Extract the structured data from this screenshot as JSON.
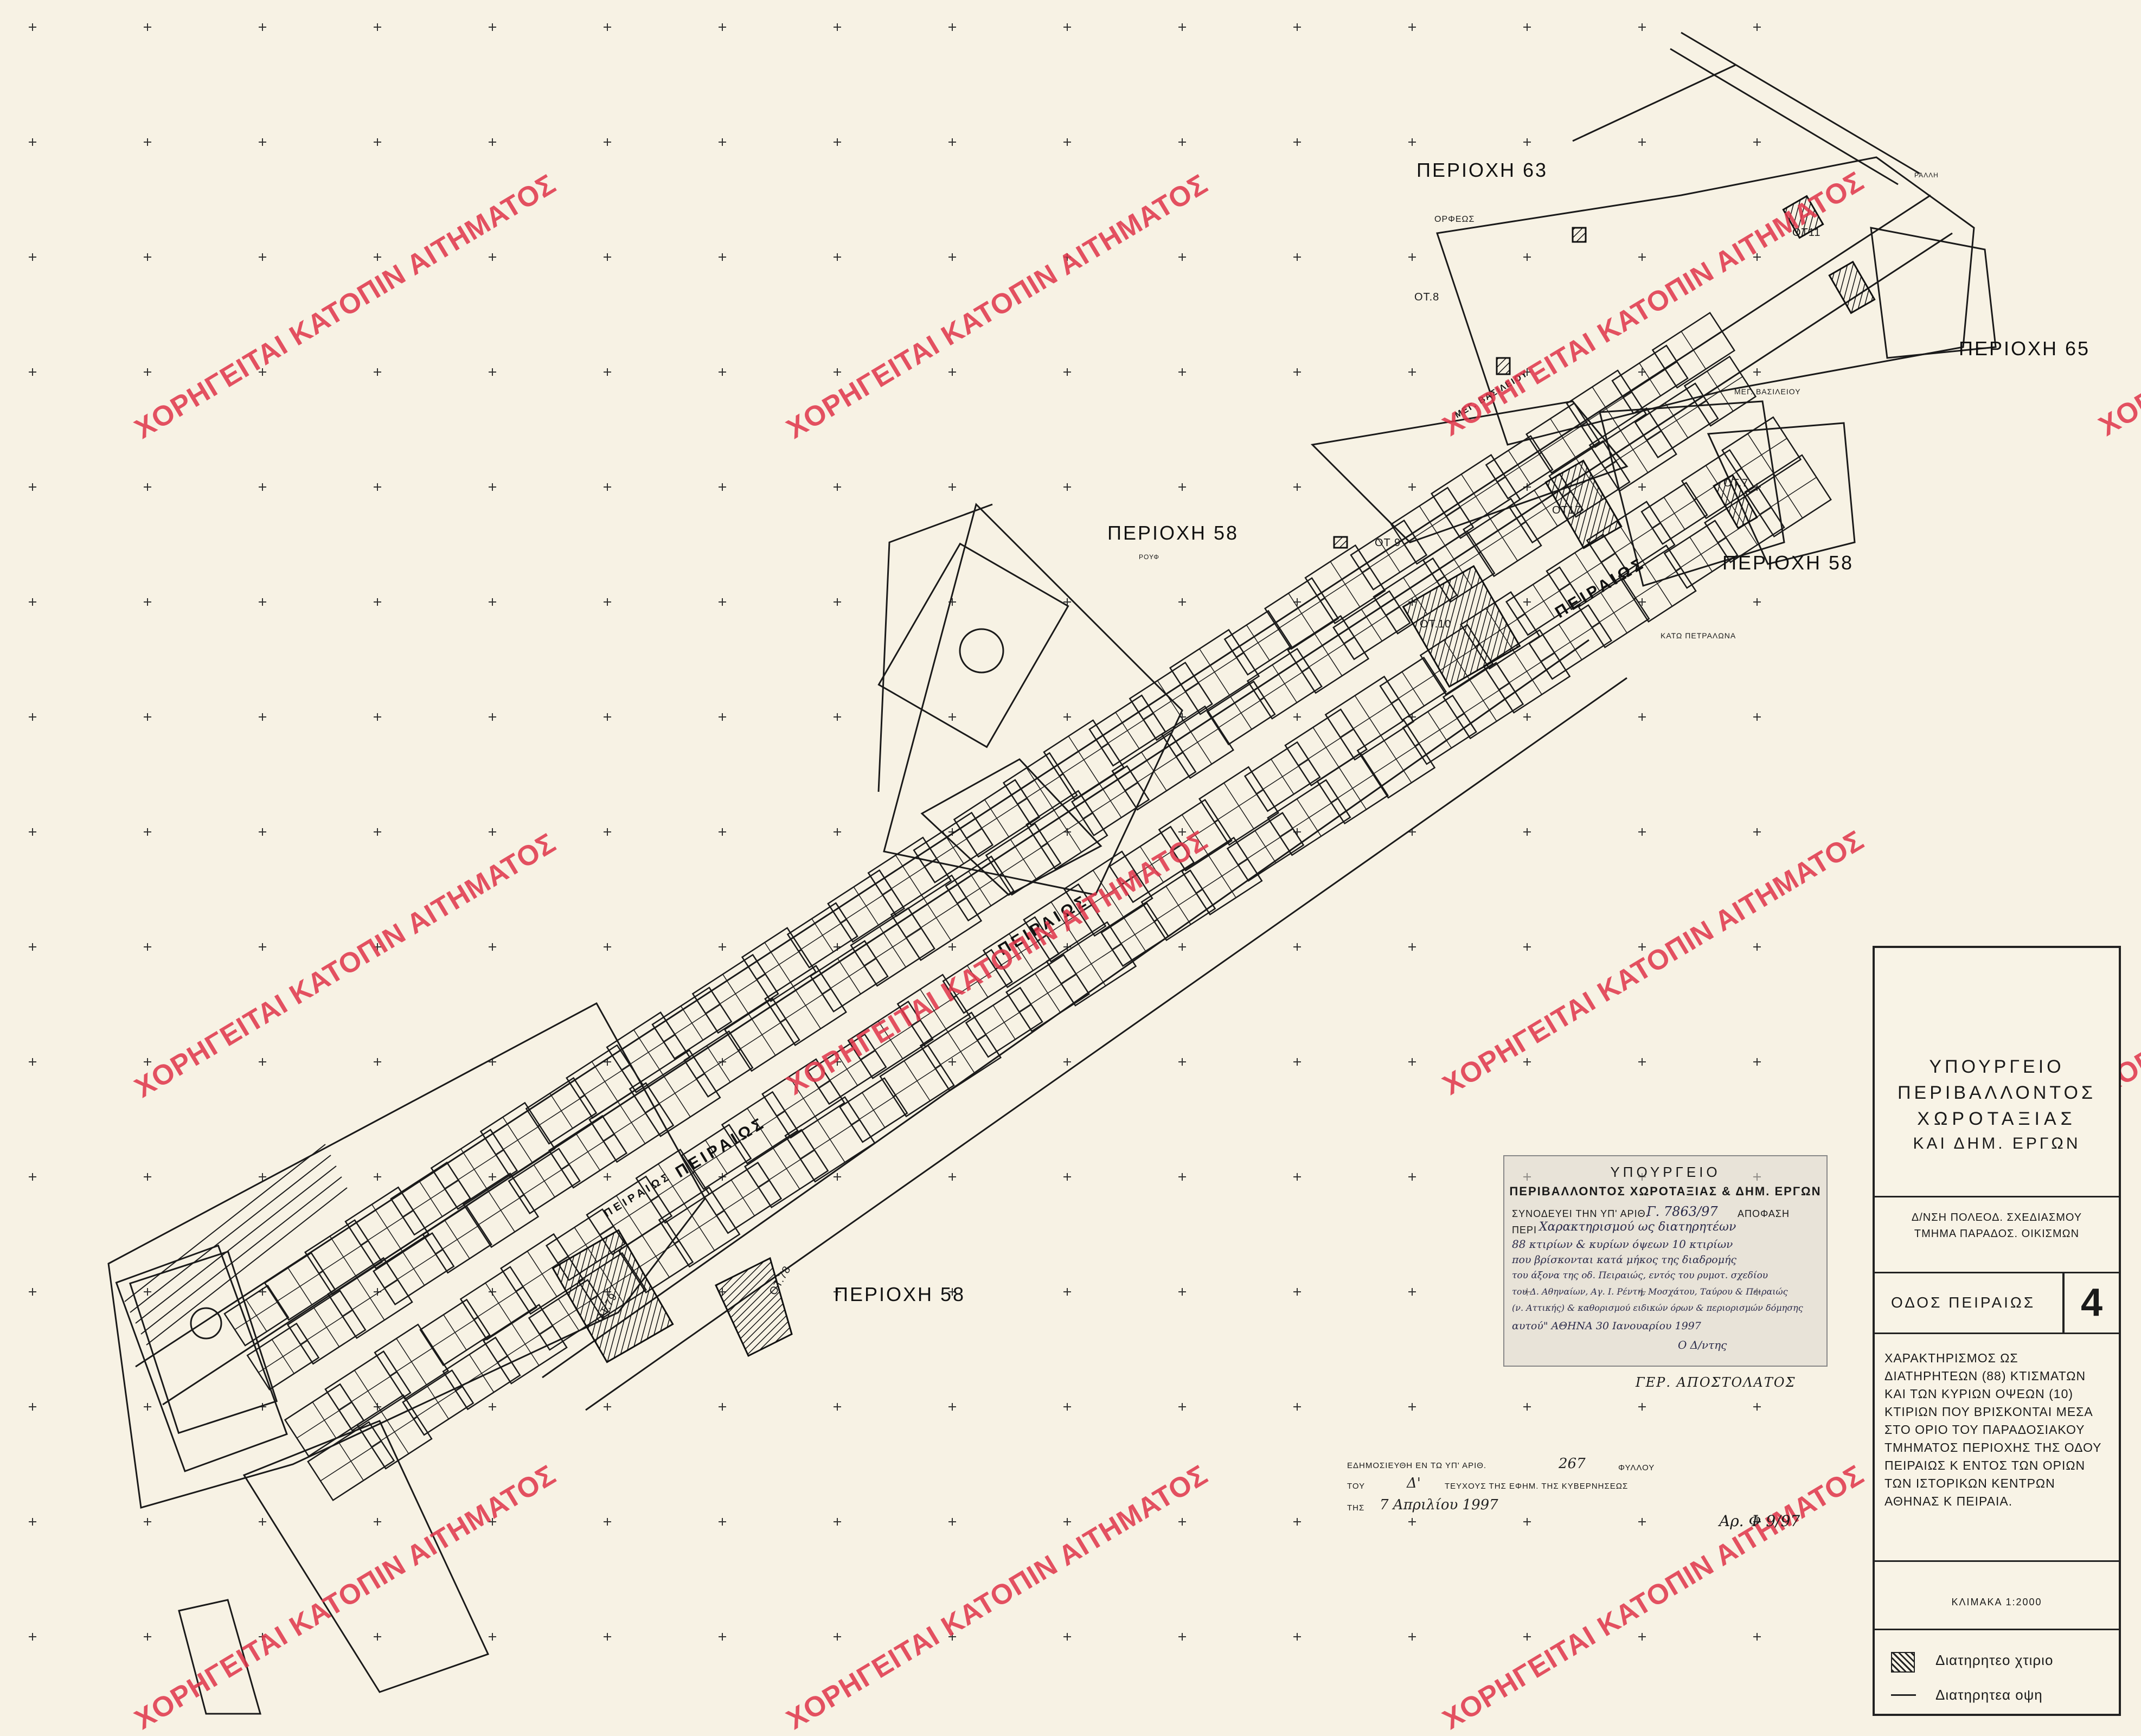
{
  "areas": {
    "area_63": "ΠΕΡΙΟΧΗ 63",
    "area_65": "ΠΕΡΙΟΧΗ 65",
    "area_58_mid": "ΠΕΡΙΟΧΗ 58",
    "area_58_right": "ΠΕΡΙΟΧΗ 58",
    "area_58_low": "ΠΕΡΙΟΧΗ 58"
  },
  "streets": {
    "peiraios_1": "ΠΕΙΡΑΙΩΣ",
    "peiraios_2": "ΠΕΙΡΑΙΩΣ",
    "peiraios_3": "ΠΕΙΡΑΙΩΣ",
    "peiraios_4": "ΠΕΙΡΑΙΩΣ",
    "meg_vasileiou_1": "ΜΕΓ. ΒΑΣΙΛΕΙΟΥ",
    "meg_vasileiou_2": "ΜΕΓ. ΒΑΣΙΛΕΙΟΥ",
    "kato_petralona": "ΚΑΤΩ ΠΕΤΡΑΛΩΝΑ"
  },
  "blocks": {
    "ot8": "ΟΤ.8",
    "ot9": "ΟΤ 9",
    "ot10": "ΟΤ.10",
    "ot17": "ΟΤ17",
    "ot11": "ΟΤ11",
    "ot7": "ΟΤ.7",
    "ot79": "ΟΤ.79",
    "ot78": "ΟΤ.78",
    "orfeos": "ΟΡΦΕΩΣ"
  },
  "watermark": "ΧΟΡΗΓΕΙΤΑΙ ΚΑΤΟΠΙΝ ΑΙΤΗΜΑΤΟΣ",
  "title_block": {
    "ministry_1": "ΥΠΟΥΡΓΕΙΟ",
    "ministry_2": "ΠΕΡΙΒΑΛΛΟΝΤΟΣ",
    "ministry_3": "ΧΩΡΟΤΑΞΙΑΣ",
    "ministry_4": "ΚΑΙ ΔΗΜ. ΕΡΓΩΝ",
    "dept_1": "Δ/ΝΣΗ ΠΟΛΕΟΔ. ΣΧΕΔΙΑΣΜΟΥ",
    "dept_2": "ΤΜΗΜΑ ΠΑΡΑΔΟΣ. ΟΙΚΙΣΜΩΝ",
    "street_name": "ΟΔΟΣ ΠΕΙΡΑΙΩΣ",
    "sheet_number": "4",
    "description": "ΧΑΡΑΚΤΗΡΙΣΜΟΣ ΩΣ ΔΙΑΤΗΡΗΤΕΩΝ (88) ΚΤΙΣΜΑΤΩΝ ΚΑΙ ΤΩΝ ΚΥΡΙΩΝ ΟΨΕΩΝ (10) ΚΤΙΡΙΩΝ ΠΟΥ ΒΡΙΣΚΟΝΤΑΙ ΜΕΣΑ ΣΤΟ ΟΡΙΟ ΤΟΥ ΠΑΡΑΔΟΣΙΑΚΟΥ ΤΜΗΜΑΤΟΣ ΠΕΡΙΟΧΗΣ ΤΗΣ ΟΔΟΥ ΠΕΙΡΑΙΩΣ Κ ΕΝΤΟΣ ΤΩΝ ΟΡΙΩΝ ΤΩΝ ΙΣΤΟΡΙΚΩΝ ΚΕΝΤΡΩΝ ΑΘΗΝΑΣ Κ ΠΕΙΡΑΙΑ.",
    "scale": "ΚΛΙΜΑΚΑ 1:2000",
    "legend_building": "Διατηρητεο χτιριο",
    "legend_facade": "Διατηρητεα οψη"
  },
  "stamp": {
    "header_1": "ΥΠΟΥΡΓΕΙΟ",
    "header_2": "ΠΕΡΙΒΑΛΛΟΝΤΟΣ ΧΩΡΟΤΑΞΙΑΣ & ΔΗΜ. ΕΡΓΩΝ",
    "accompanies": "ΣΥΝΟΔΕΥΕΙ ΤΗΝ ΥΠ' ΑΡΙΘ.",
    "decision_no": "Γ. 7863/97",
    "decision": "ΑΠΟΦΑΣΗ",
    "about": "ΠΕΡΙ",
    "hand_1": "Χαρακτηρισμού ως διατηρητέων",
    "hand_2": "88 κτιρίων & κυρίων όψεων 10 κτιρίων",
    "hand_3": "που βρίσκονται κατά μήκος της διαδρομής",
    "hand_4": "του άξονα της οδ. Πειραιώς, εντός του ρυμοτ. σχεδίου",
    "hand_5": "του Δ. Αθηναίων, Αγ. Ι. Ρέντη, Μοσχάτου, Ταύρου & Πειραιώς",
    "hand_6": "(ν. Αττικής) & καθορισμού ειδικών όρων & περιορισμών δόμησης",
    "hand_7": "αυτού\" ΑΘΗΝΑ 30 Ιανουαρίου 1997",
    "hand_8": "Ο Δ/ντης",
    "signer": "ΓΕΡ. ΑΠΟΣΤΟΛΑΤΟΣ"
  },
  "gazette": {
    "published": "ΕΔΗΜΟΣΙΕΥΘΗ ΕΝ ΤΩ ΥΠ' ΑΡΙΘ.",
    "issue_no": "267",
    "sheet": "ΦΥΛΛΟΥ",
    "of": "ΤΟΥ",
    "volume": "Δ'",
    "volume_label": "ΤΕΥΧΟΥΣ ΤΗΣ ΕΦΗΜ. ΤΗΣ ΚΥΒΕΡΝΗΣΕΩΣ",
    "the": "ΤΗΣ",
    "date": "7 Απριλίου 1997"
  },
  "ref_note": "Αρ. Φ 9/97",
  "small_labels": {
    "roof": "ΡΟΥΦ",
    "petralona_top": "ΡΑΛΛΗ"
  },
  "colors": {
    "paper": "#f7f2e4",
    "ink": "#1a1a1a",
    "watermark": "#e0344a"
  }
}
